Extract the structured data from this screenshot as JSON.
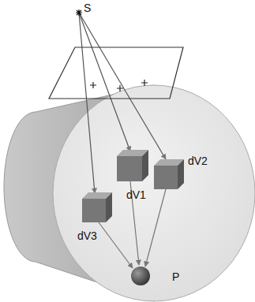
{
  "diagram": {
    "labels": [
      "S",
      "dV2",
      "dV1",
      "dV3",
      "P"
    ]
  }
}
